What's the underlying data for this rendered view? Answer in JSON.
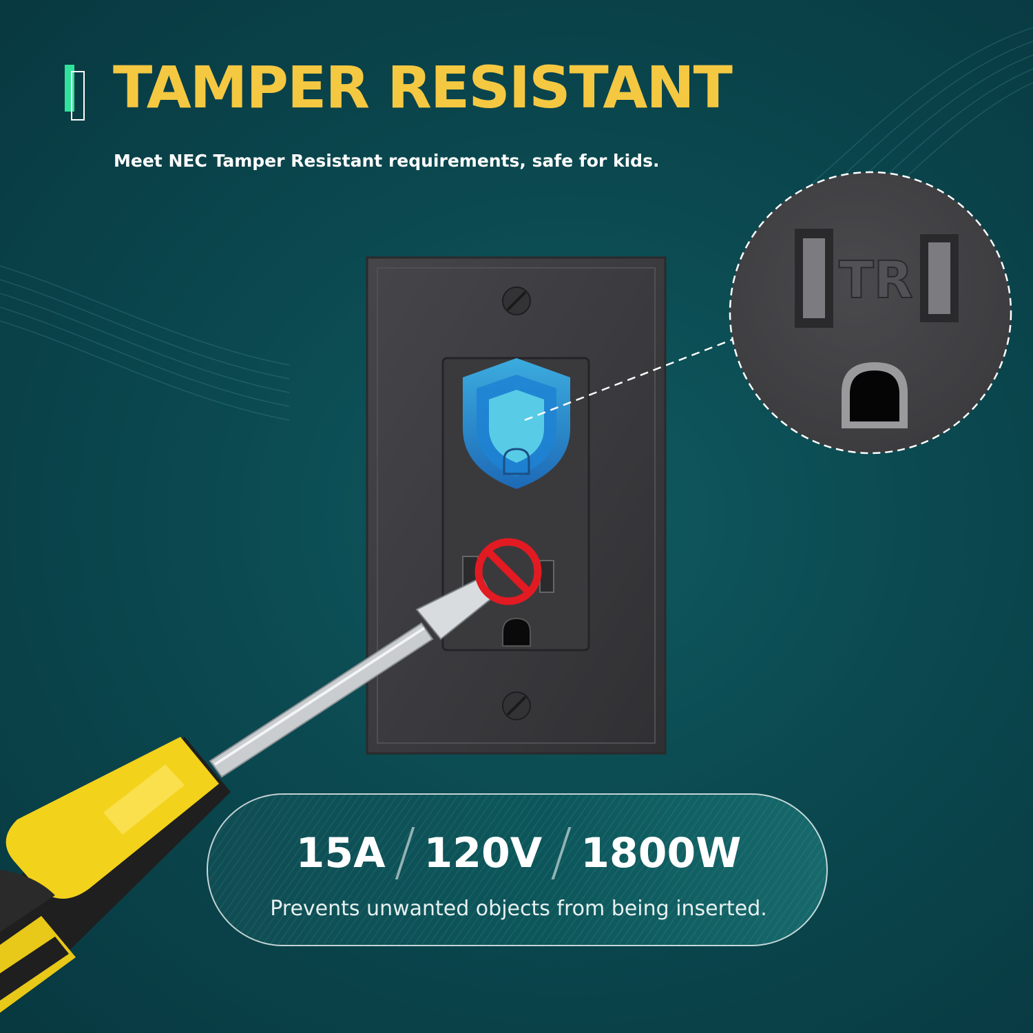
{
  "heading": {
    "title": "TAMPER RESISTANT",
    "subtitle": "Meet NEC Tamper Resistant requirements, safe for kids."
  },
  "zoom_inset": {
    "mark": "TR"
  },
  "specs": {
    "current": "15A",
    "voltage": "120V",
    "power": "1800W",
    "caption": "Prevents unwanted objects from being inserted."
  },
  "colors": {
    "background": "#0b4950",
    "title": "#f5c842",
    "plate": "#3b3b3d",
    "screwdriver_handle": "#f2d21b",
    "prohibited": "#e21a22",
    "shield": "#2fa8e8"
  },
  "icons": {
    "title_accent": "accent-bar-icon",
    "shield": "shield-icon",
    "prohibited": "no-entry-icon"
  }
}
